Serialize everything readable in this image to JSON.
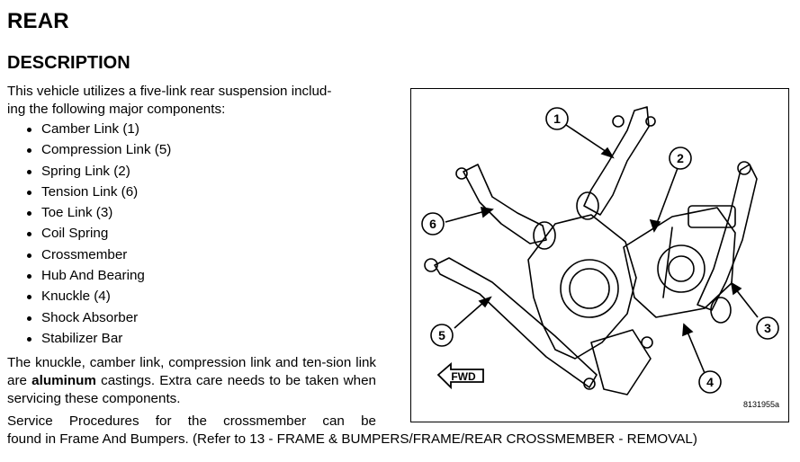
{
  "section_title": "REAR",
  "subsection_title": "DESCRIPTION",
  "intro": {
    "line1": "This vehicle utilizes a five-link rear suspension includ-",
    "line2": "ing the following major components:"
  },
  "components": [
    "Camber Link (1)",
    "Compression Link (5)",
    "Spring Link (2)",
    "Tension Link (6)",
    "Toe Link (3)",
    "Coil Spring",
    "Crossmember",
    "Hub And Bearing",
    "Knuckle (4)",
    "Shock Absorber",
    "Stabilizer Bar"
  ],
  "castings": {
    "before": "The knuckle, camber link, compression link and ten-sion link are ",
    "bold": "aluminum",
    "after": " castings. Extra care needs to be taken when servicing these components."
  },
  "service": {
    "line1": "Service Procedures for the crossmember can be",
    "line2": "found in Frame And Bumpers. (Refer to 13 - FRAME & BUMPERS/FRAME/REAR CROSSMEMBER - REMOVAL)"
  },
  "figure": {
    "callouts": [
      "1",
      "2",
      "3",
      "4",
      "5",
      "6"
    ],
    "fwd_label": "FWD",
    "figure_code": "8131955a"
  }
}
